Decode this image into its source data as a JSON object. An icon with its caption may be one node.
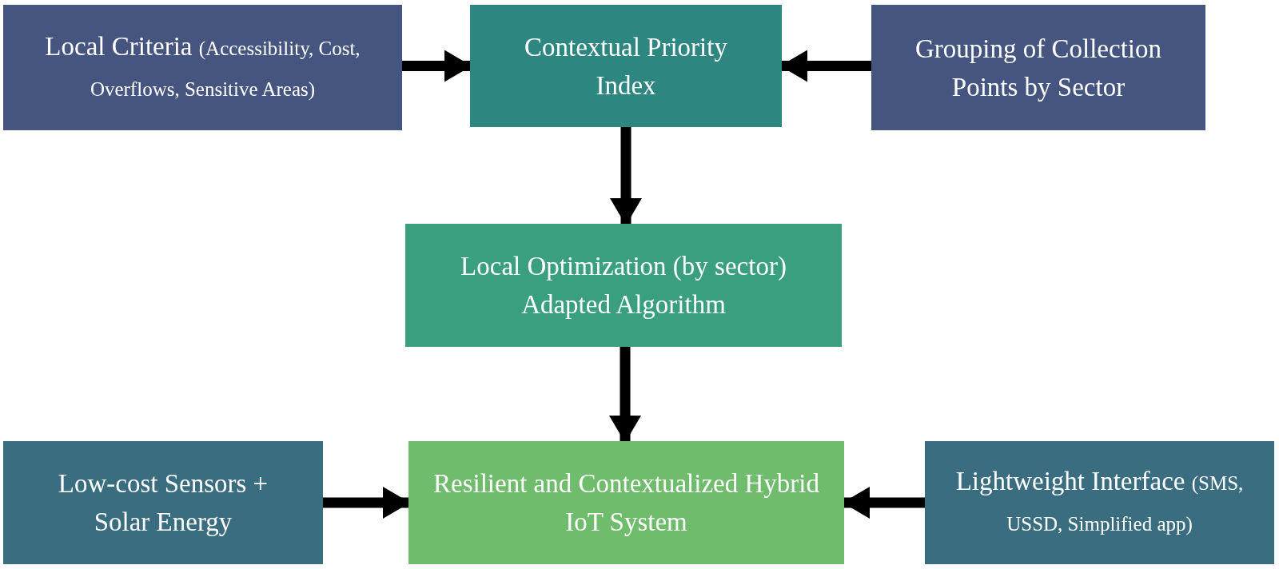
{
  "diagram": {
    "nodes": [
      {
        "text": [
          "Local Criteria",
          "(Accessibility, Cost, Overflows, Sensitive Areas)"
        ]
      },
      {
        "text": [
          "Contextual Priority Index"
        ]
      },
      {
        "text": [
          "Grouping of Collection Points by Sector"
        ]
      },
      {
        "text": [
          "Local Optimization (by sector) Adapted Algorithm"
        ]
      },
      {
        "text": [
          "Low-cost Sensors + Solar Energy"
        ]
      },
      {
        "text": [
          "Resilient and Contextualized Hybrid IoT System"
        ]
      },
      {
        "text": [
          "Lightweight Interface",
          "(SMS, USSD, Simplified app)"
        ]
      }
    ],
    "edges": [
      {
        "from": 0,
        "to": 1,
        "arrow": "to"
      },
      {
        "from": 2,
        "to": 1,
        "arrow": "to"
      },
      {
        "from": 1,
        "to": 3,
        "arrow": "to"
      },
      {
        "from": 3,
        "to": 5,
        "arrow": "to"
      },
      {
        "from": 4,
        "to": 5,
        "arrow": "to"
      },
      {
        "from": 6,
        "to": 5,
        "arrow": "to"
      }
    ]
  }
}
